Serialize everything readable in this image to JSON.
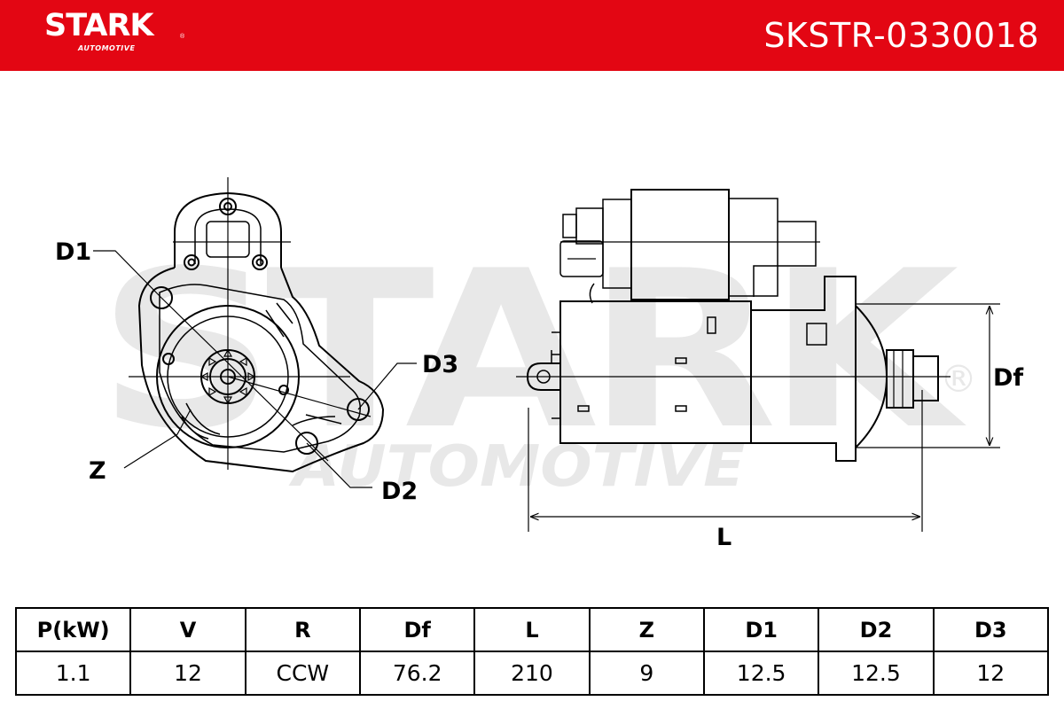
{
  "header": {
    "brand": "STARK",
    "brand_registered": "®",
    "brand_sub": "AUTOMOTIVE",
    "product_code": "SKSTR-0330018",
    "background_color": "#e30613"
  },
  "watermark": {
    "main": "STARK",
    "sub": "AUTOMOTIVE",
    "registered": "®"
  },
  "diagram": {
    "labels": {
      "d1": "D1",
      "d2": "D2",
      "d3": "D3",
      "z": "Z",
      "df": "Df",
      "l": "L"
    }
  },
  "specs": {
    "headers": [
      "P(kW)",
      "V",
      "R",
      "Df",
      "L",
      "Z",
      "D1",
      "D2",
      "D3"
    ],
    "values": [
      "1.1",
      "12",
      "CCW",
      "76.2",
      "210",
      "9",
      "12.5",
      "12.5",
      "12"
    ]
  }
}
